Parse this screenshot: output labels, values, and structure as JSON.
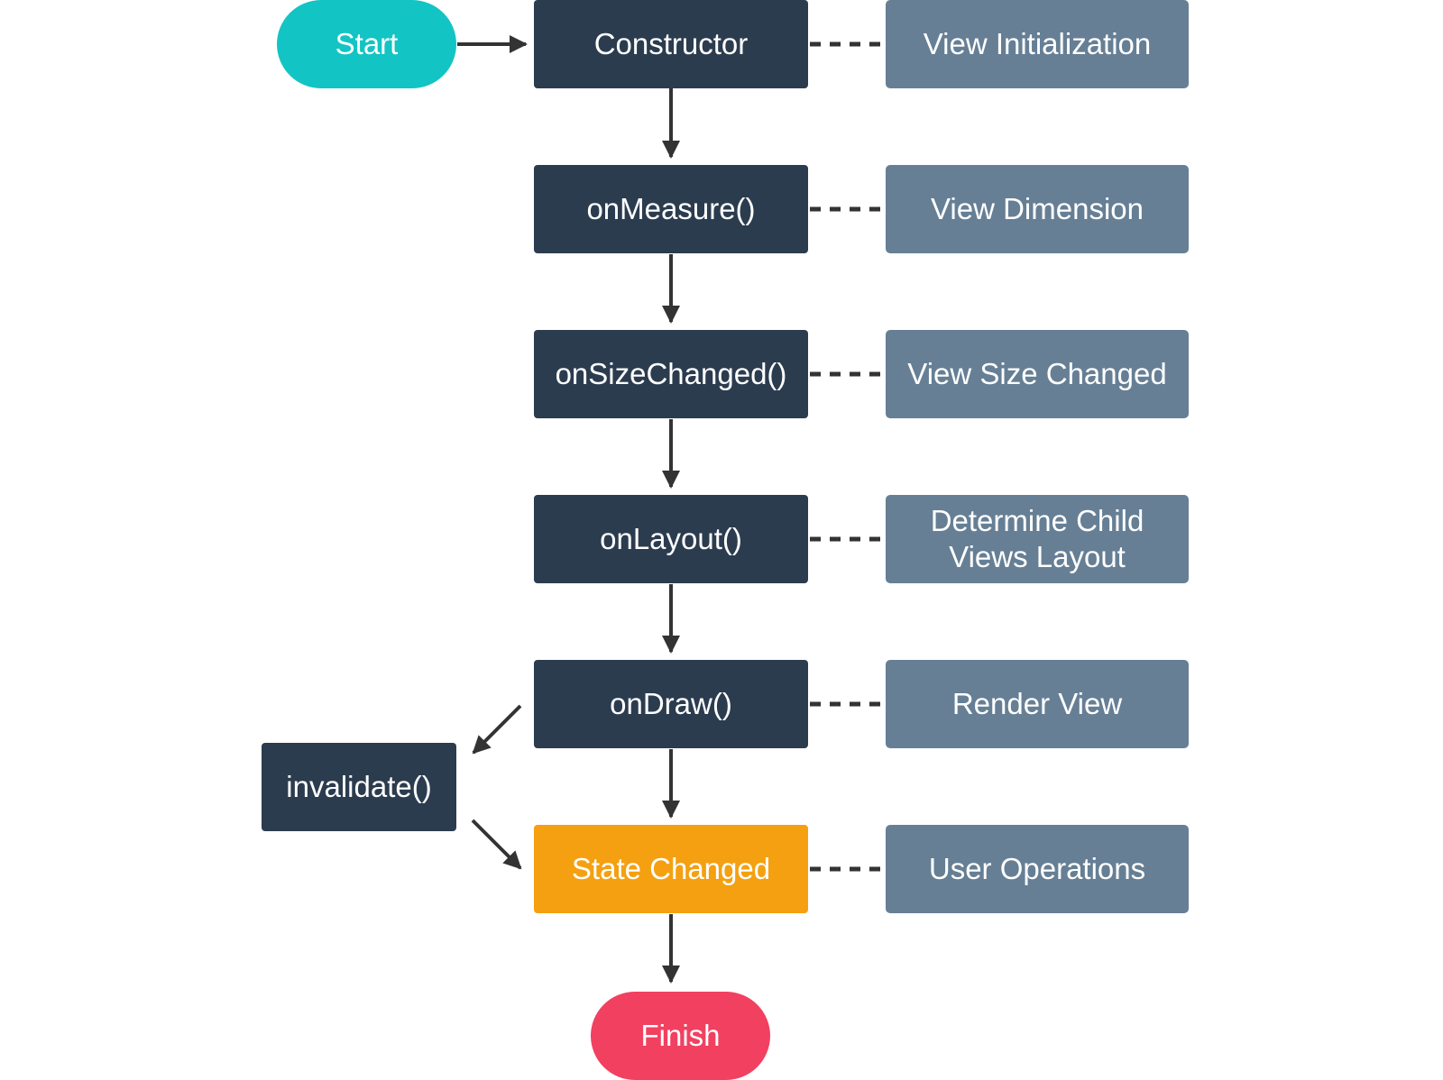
{
  "colors": {
    "start": "#13c4c4",
    "finish": "#f24060",
    "method": "#2c3c4f",
    "description": "#667f95",
    "state_changed": "#f4a010",
    "connector": "#333333",
    "text": "#ffffff"
  },
  "flow": {
    "start": "Start",
    "finish": "Finish",
    "invalidate": "invalidate()",
    "steps": [
      {
        "label": "Constructor",
        "description": "View Initialization"
      },
      {
        "label": "onMeasure()",
        "description": "View Dimension"
      },
      {
        "label": "onSizeChanged()",
        "description": "View Size Changed"
      },
      {
        "label": "onLayout()",
        "description": "Determine Child\nViews Layout"
      },
      {
        "label": "onDraw()",
        "description": "Render View"
      },
      {
        "label": "State Changed",
        "description": "User Operations"
      }
    ]
  }
}
